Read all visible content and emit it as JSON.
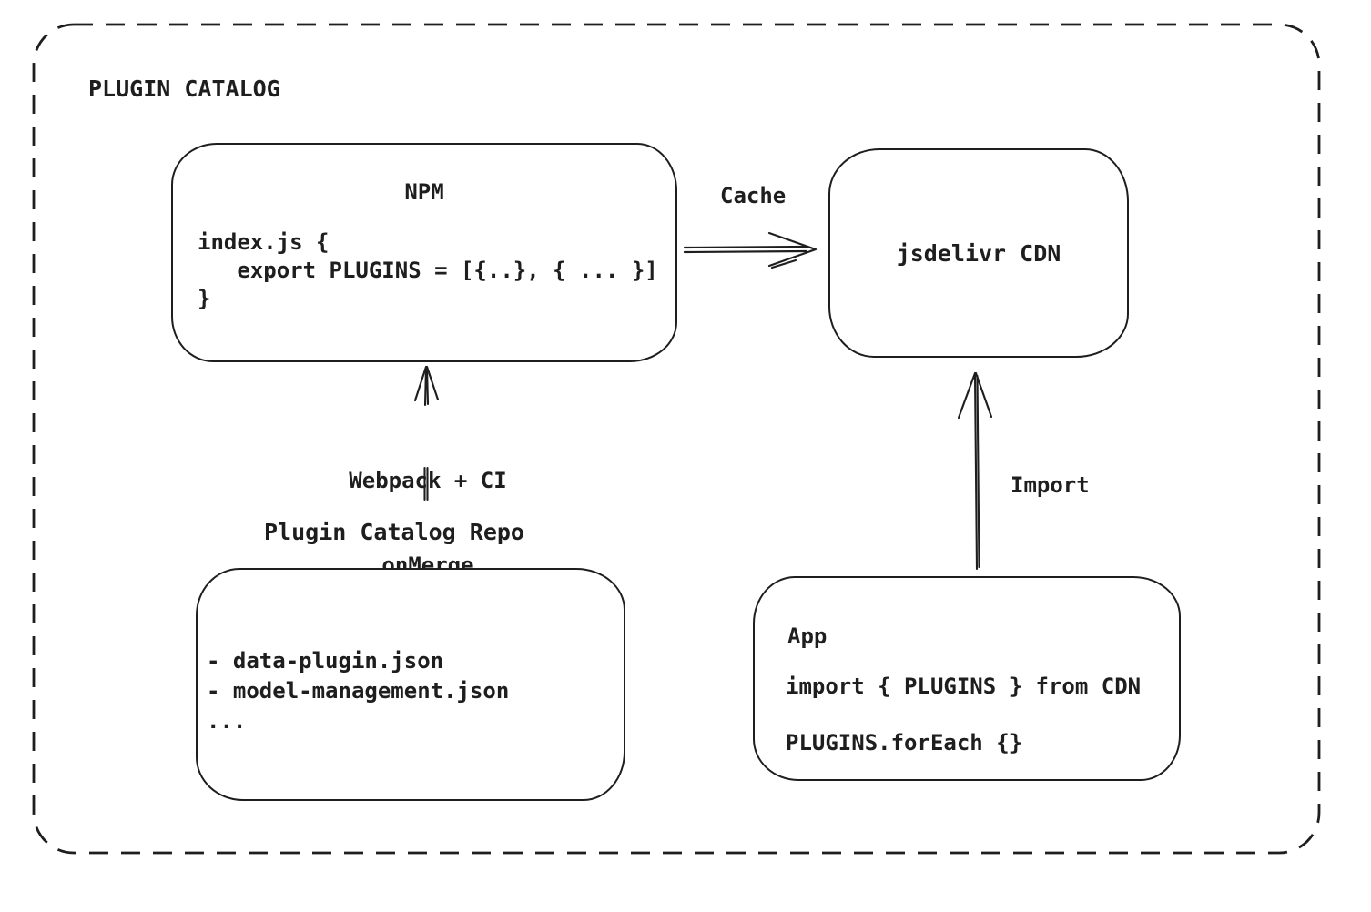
{
  "group": {
    "title": "PLUGIN CATALOG"
  },
  "npm": {
    "title": "NPM",
    "code": [
      "index.js {",
      "   export PLUGINS = [{..}, { ... }]",
      "}"
    ]
  },
  "cdn": {
    "label": "jsdelivr CDN"
  },
  "repo": {
    "label": "Plugin Catalog Repo",
    "files": [
      "- data-plugin.json",
      "- model-management.json",
      "..."
    ]
  },
  "app": {
    "title": "App",
    "code": [
      "import { PLUGINS } from CDN",
      "PLUGINS.forEach {}"
    ]
  },
  "edges": {
    "cache_label": "Cache",
    "build_label": [
      "Webpack + CI",
      "onMerge"
    ],
    "import_label": "Import"
  },
  "colors": {
    "stroke": "#1e1e1e",
    "background": "#ffffff"
  }
}
